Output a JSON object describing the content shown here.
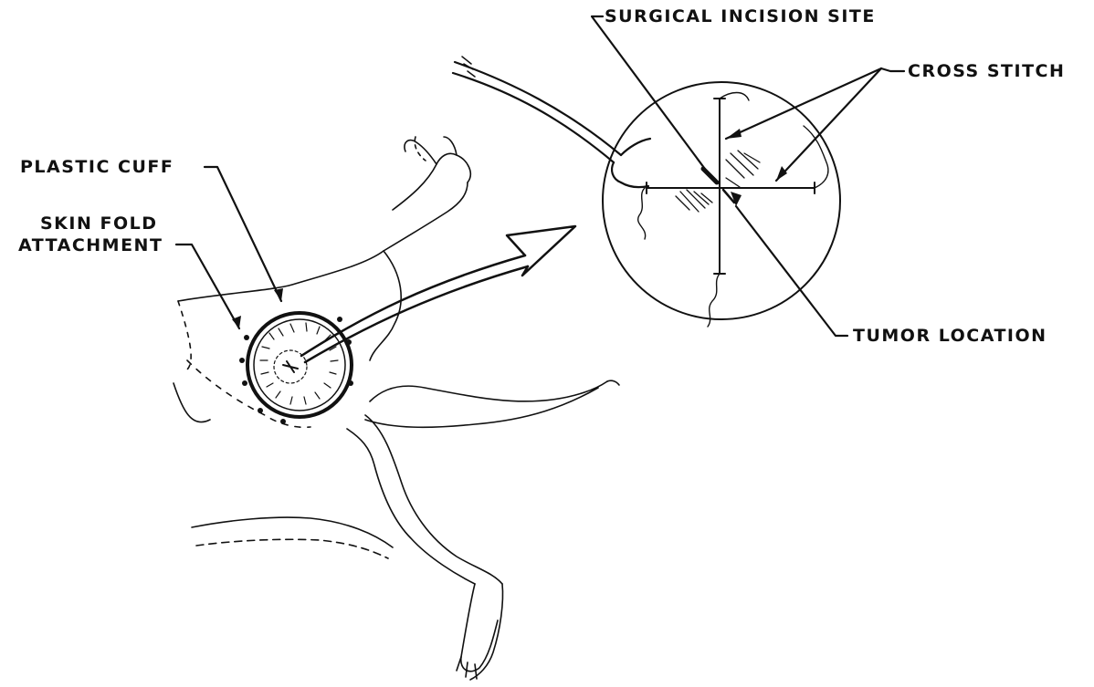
{
  "labels": {
    "surgical_incision_site": "SURGICAL INCISION SITE",
    "cross_stitch": "CROSS STITCH",
    "plastic_cuff": "PLASTIC CUFF",
    "skin_fold_line1": "SKIN FOLD",
    "skin_fold_line2": "ATTACHMENT",
    "tumor_location": "TUMOR LOCATION"
  },
  "colors": {
    "ink": "#111111",
    "background": "#ffffff"
  }
}
